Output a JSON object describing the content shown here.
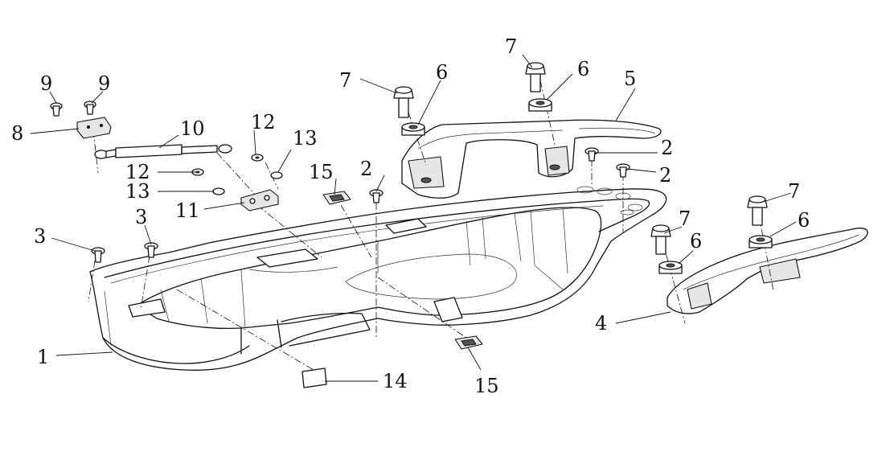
{
  "callouts": {
    "c1": "1",
    "c2a": "2",
    "c2b": "2",
    "c2c": "2",
    "c3a": "3",
    "c3b": "3",
    "c4": "4",
    "c5": "5",
    "c6a": "6",
    "c6b": "6",
    "c6c": "6",
    "c6d": "6",
    "c7a": "7",
    "c7b": "7",
    "c7c": "7",
    "c7d": "7",
    "c8": "8",
    "c9a": "9",
    "c9b": "9",
    "c10": "10",
    "c11": "11",
    "c12a": "12",
    "c12b": "12",
    "c13a": "13",
    "c13b": "13",
    "c14": "14",
    "c15a": "15",
    "c15b": "15"
  }
}
